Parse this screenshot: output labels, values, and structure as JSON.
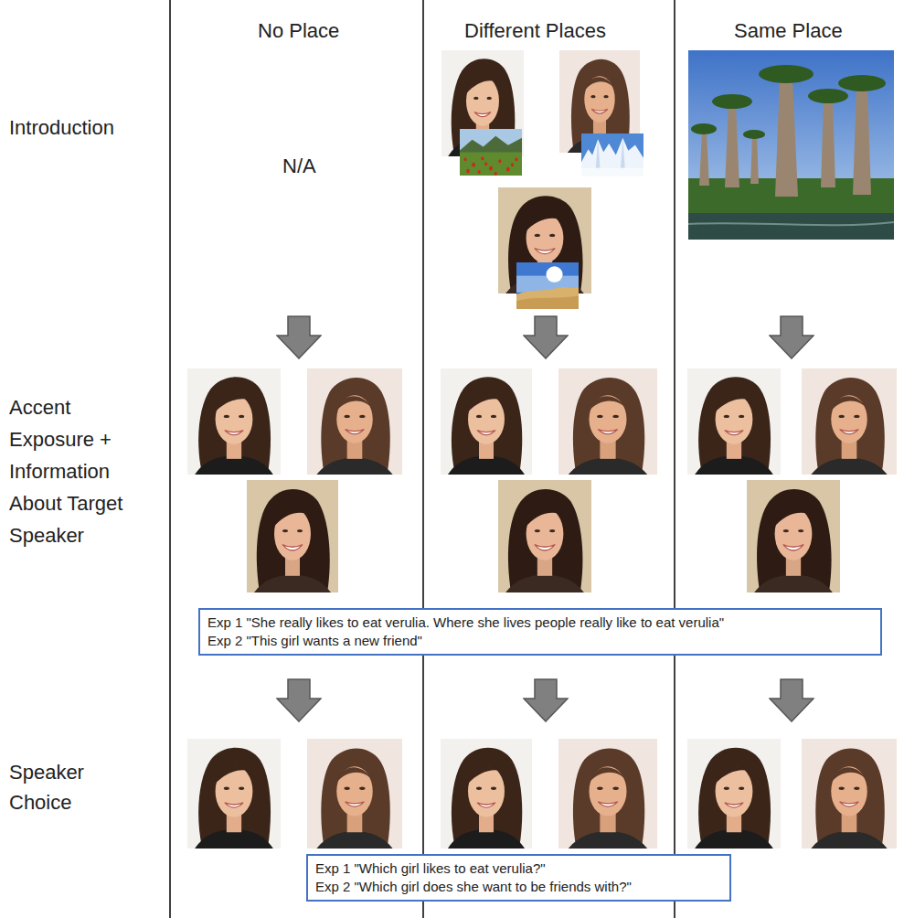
{
  "diagram": {
    "nodes": [
      {
        "text": [
          "Exp 1 \"She really likes to eat verulia. Where she lives people really like to eat verulia\"",
          "Exp 2 \"This girl wants a new friend\""
        ]
      },
      {
        "text": [
          "Exp 1 \"Which girl likes to eat verulia?\"",
          "Exp 2 \"Which girl does she want to be friends with?\""
        ]
      }
    ],
    "labels": [
      "No Place",
      "Different Places",
      "Same Place",
      "Introduction",
      "N/A",
      "Accent Exposure + Information About Target Speaker",
      "Speaker Choice"
    ]
  }
}
